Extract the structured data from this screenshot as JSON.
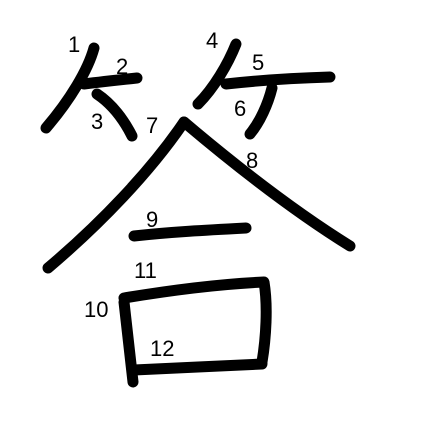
{
  "diagram": {
    "ink_color": "#000000",
    "background_color": "#ffffff",
    "stroke_numbers": [
      "1",
      "2",
      "3",
      "4",
      "5",
      "6",
      "7",
      "8",
      "9",
      "10",
      "11",
      "12"
    ]
  }
}
